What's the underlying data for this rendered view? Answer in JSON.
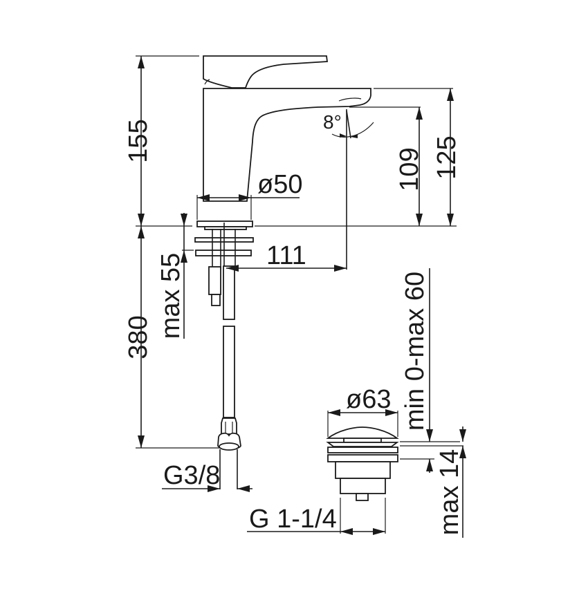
{
  "drawing": {
    "type": "technical dimension drawing",
    "subject": "single-lever basin mixer with waste",
    "units": "mm",
    "line_color": "#1a1a1a",
    "background": "#ffffff"
  },
  "dimensions": {
    "total_height": "155",
    "spout_height": "125",
    "outlet_height": "109",
    "spout_angle": "8°",
    "body_diameter": "ø50",
    "spout_reach": "111",
    "deck_thickness": "max 55",
    "hose_length": "380",
    "hose_thread": "G3/8",
    "waste_diameter": "ø63",
    "waste_adjust": "min 0-max 60",
    "waste_deck": "max 14",
    "waste_thread": "G 1-1/4"
  }
}
